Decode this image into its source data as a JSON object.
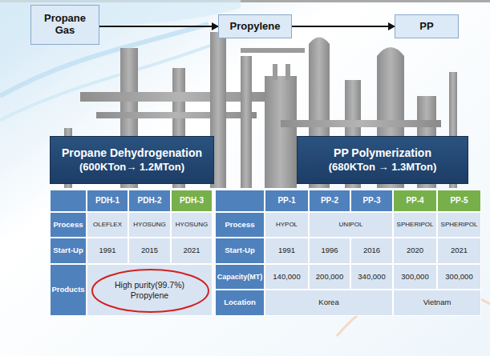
{
  "diagram": {
    "nodes": [
      {
        "text": [
          "Propane Gas"
        ]
      },
      {
        "text": [
          "Propylene"
        ]
      },
      {
        "text": [
          "PP"
        ]
      },
      {
        "text": [
          "Propane Dehydrogenation",
          "(600KTon→ 1.2MTon)"
        ]
      },
      {
        "text": [
          "PP Polymerization",
          "(680KTon → 1.3MTon)"
        ]
      }
    ],
    "edges": [
      {
        "from": 0,
        "to": 1,
        "arrow": "to"
      },
      {
        "from": 1,
        "to": 2,
        "arrow": "to"
      }
    ],
    "labels": [
      "PDH-1",
      "PDH-2",
      "PDH-3",
      "Process",
      "OLEFLEX",
      "HYOSUNG",
      "HYOSUNG",
      "Start-Up",
      "1991",
      "2015",
      "2021",
      "Products",
      "High purity(99.7%) Propylene",
      "PP-1",
      "PP-2",
      "PP-3",
      "PP-4",
      "PP-5",
      "Process",
      "HYPOL",
      "UNIPOL",
      "SPHERIPOL",
      "SPHERIPOL",
      "Start-Up",
      "1991",
      "1996",
      "2016",
      "2020",
      "2021",
      "Capacity(MT)",
      "140,000",
      "200,000",
      "340,000",
      "300,000",
      "300,000",
      "Location",
      "Korea",
      "Vietnam"
    ]
  }
}
